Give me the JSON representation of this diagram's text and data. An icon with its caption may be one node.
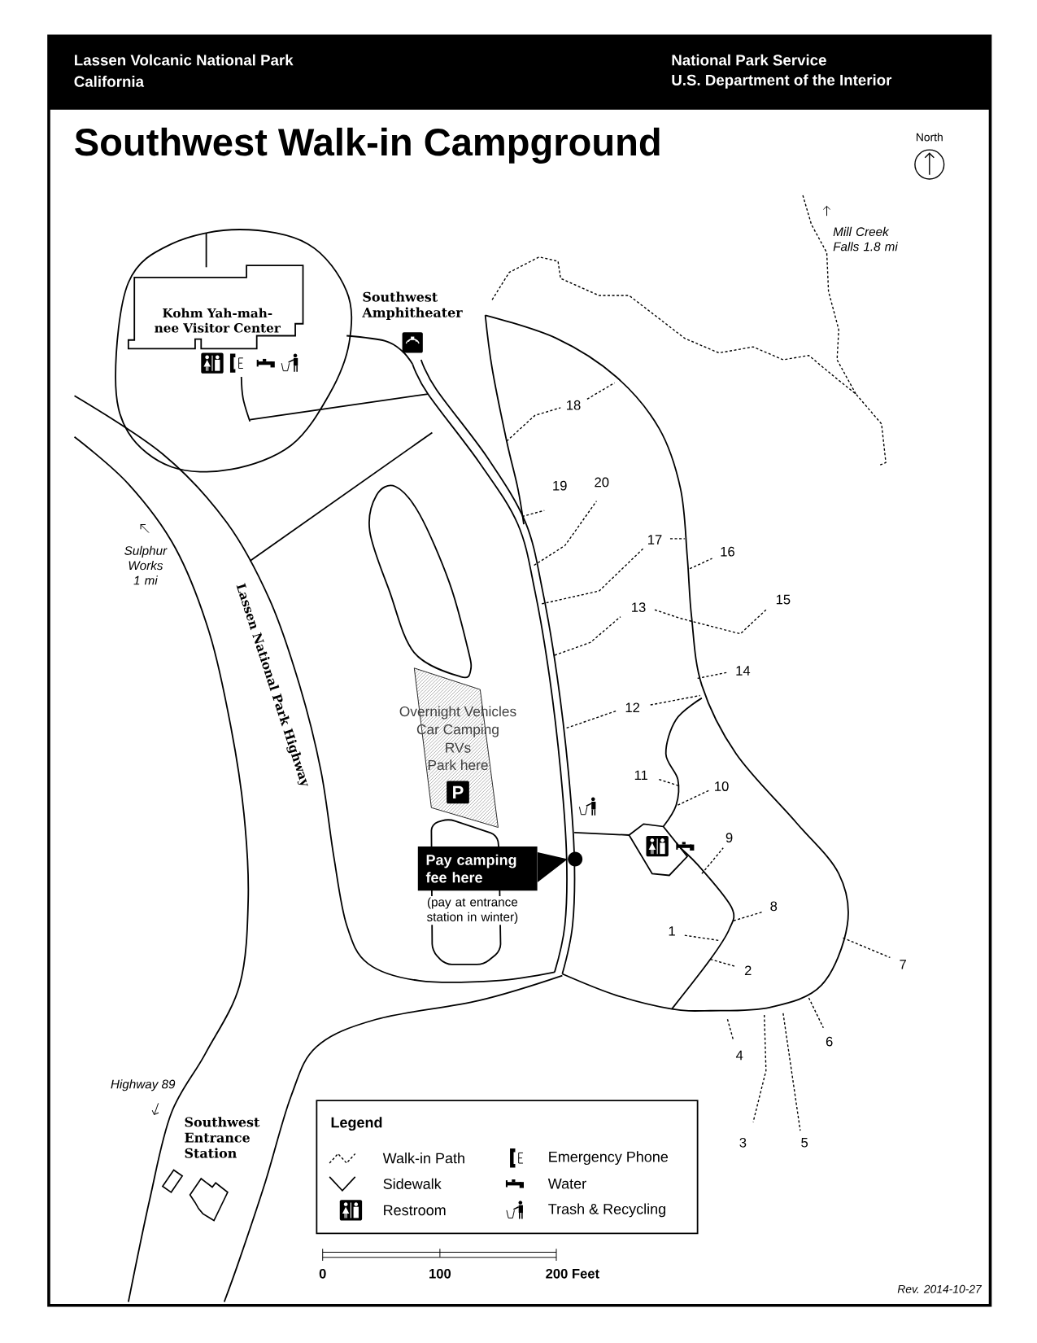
{
  "diagram": {
    "title": "Southwest Walk-in Campground",
    "nodes": [
      {
        "text": [
          "Pay camping fee here"
        ],
        "beside": [
          "(pay at entrance station in winter)"
        ]
      },
      {
        "text": [],
        "shape": "circle"
      }
    ],
    "edges": [
      {
        "from": 0,
        "to": 1,
        "arrow": "to"
      }
    ],
    "labels": [
      "Lassen Volcanic National Park",
      "California",
      "National Park Service",
      "U.S. Department of the Interior",
      "North",
      "Mill Creek Falls 1.8 mi",
      "Kohm Yah-mah-nee Visitor Center",
      "Southwest Amphitheater",
      "18",
      "19",
      "20",
      "Sulphur Works 1 mi",
      "17",
      "16",
      "Lassen National Park Highway",
      "13",
      "15",
      "14",
      "Overnight Vehicles",
      "12",
      "Car Camping",
      "RVs",
      "Park here",
      "11",
      "10",
      "P",
      "9",
      "8",
      "1",
      "7",
      "2",
      "4",
      "6",
      "Highway 89",
      "Southwest Entrance Station",
      "3",
      "5",
      "Legend",
      "0",
      "100",
      "200 Feet",
      "Rev. 2014-10-27"
    ],
    "legend": [
      {
        "text": "Walk-in Path"
      },
      {
        "text": "Emergency Phone"
      },
      {
        "text": "Sidewalk"
      },
      {
        "text": "Water"
      },
      {
        "text": "Restroom"
      },
      {
        "text": "Trash & Recycling"
      }
    ]
  }
}
